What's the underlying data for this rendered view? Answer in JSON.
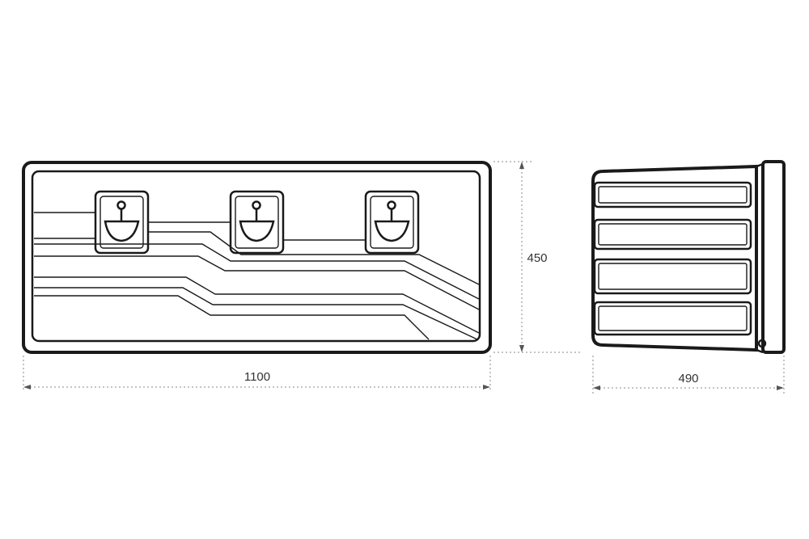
{
  "dimensions": {
    "width": "1100",
    "height": "450",
    "depth": "490"
  },
  "colors": {
    "line": "#1a1a1a",
    "dimension_line": "#8a8a8a",
    "text": "#333333",
    "background": "#ffffff"
  },
  "icons": [
    "lock-latch-icon",
    "dimension-arrow-icon"
  ]
}
